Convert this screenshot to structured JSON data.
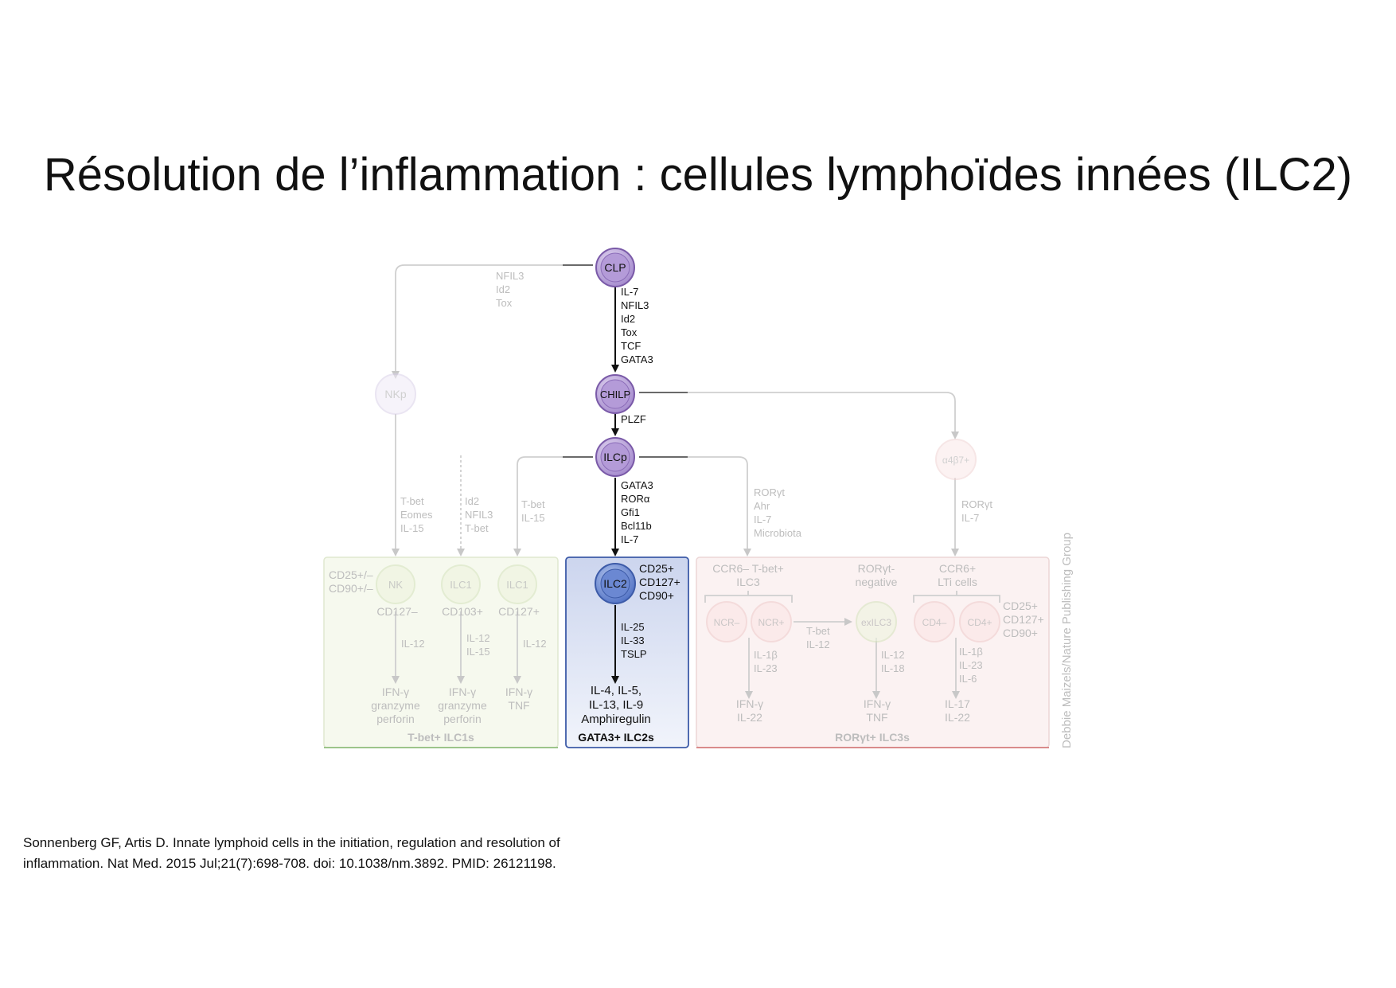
{
  "slide": {
    "title": "Résolution de l’inflammation : cellules lymphoïdes innées (ILC2)",
    "reference": [
      "Sonnenberg GF, Artis D. Innate lymphoid cells in the initiation, regulation and resolution of",
      "inflammation. Nat Med. 2015 Jul;21(7):698-708. doi: 10.1038/nm.3892. PMID: 26121198."
    ]
  },
  "colors": {
    "progenitor_fill": "#b39ad6",
    "progenitor_stroke": "#7a5aa8",
    "ilc2_fill": "#5f7fcf",
    "ilc2_box_fill": "#dde4f4",
    "ilc2_box_stroke": "#3d5ba8",
    "faded_text": "#bdbdbd",
    "faded_line": "#cfcfcf",
    "ilc1_box_fill": "#f6f9ef",
    "ilc3_box_fill": "#fbf1f1"
  },
  "diagram": {
    "credit": "Debbie Maizels/Nature Publishing Group",
    "nodes": {
      "clp": "CLP",
      "chilp": "CHILP",
      "ilcp": "ILCp",
      "nkp": "NKp",
      "a4b7": "α4β7+",
      "ilc2": "ILC2",
      "nk": "NK",
      "ilc1a": "ILC1",
      "ilc1b": "ILC1",
      "ncr_minus": "NCR–",
      "ncr_plus": "NCR+",
      "exilc3": "exILC3",
      "cd4_minus": "CD4–",
      "cd4_plus": "CD4+"
    },
    "factors": {
      "clp_to_chilp": [
        "IL-7",
        "NFIL3",
        "Id2",
        "Tox",
        "TCF",
        "GATA3"
      ],
      "clp_to_nkp": [
        "NFIL3",
        "Id2",
        "Tox"
      ],
      "chilp_to_ilcp": [
        "PLZF"
      ],
      "ilcp_to_ilc2": [
        "GATA3",
        "RORα",
        "Gfi1",
        "Bcl11b",
        "IL-7"
      ],
      "nkp_to_nk": [
        "T-bet",
        "Eomes",
        "IL-15"
      ],
      "to_ilc1a": [
        "Id2",
        "NFIL3",
        "T-bet"
      ],
      "ilcp_to_ilc1b": [
        "T-bet",
        "IL-15"
      ],
      "ilcp_to_ilc3": [
        "RORγt",
        "Ahr",
        "IL-7",
        "Microbiota"
      ],
      "a4b7_to_lti": [
        "RORγt",
        "IL-7"
      ],
      "ilc2_stimuli": [
        "IL-25",
        "IL-33",
        "TSLP"
      ],
      "ilc3_to_exilc3": [
        "T-bet",
        "IL-12"
      ]
    },
    "ilc1_panel": {
      "left_markers": [
        "CD25+/–",
        "CD90+/–"
      ],
      "nk_marker": "CD127–",
      "ilc1a_marker": "CD103+",
      "ilc1b_marker": "CD127+",
      "stim_nk": [
        "IL-12"
      ],
      "stim_ilc1a": [
        "IL-12",
        "IL-15"
      ],
      "stim_ilc1b": [
        "IL-12"
      ],
      "out_nk": [
        "IFN-γ",
        "granzyme",
        "perforin"
      ],
      "out_ilc1a": [
        "IFN-γ",
        "granzyme",
        "perforin"
      ],
      "out_ilc1b": [
        "IFN-γ",
        "TNF"
      ],
      "label": "T-bet+ ILC1s"
    },
    "ilc2_panel": {
      "markers": [
        "CD25+",
        "CD127+",
        "CD90+"
      ],
      "outputs": [
        "IL-4, IL-5,",
        "IL-13, IL-9",
        "Amphiregulin"
      ],
      "label": "GATA3+ ILC2s"
    },
    "ilc3_panel": {
      "ilc3_head": [
        "CCR6– T-bet+",
        "ILC3"
      ],
      "negative_head": [
        "RORγt-",
        "negative"
      ],
      "lti_head": [
        "CCR6+",
        "LTi cells"
      ],
      "right_markers": [
        "CD25+",
        "CD127+",
        "CD90+"
      ],
      "stim_ilc3": [
        "IL-1β",
        "IL-23"
      ],
      "stim_exilc3": [
        "IL-12",
        "IL-18"
      ],
      "stim_lti": [
        "IL-1β",
        "IL-23",
        "IL-6"
      ],
      "out_ilc3": [
        "IFN-γ",
        "IL-22"
      ],
      "out_exilc3": [
        "IFN-γ",
        "TNF"
      ],
      "out_lti": [
        "IL-17",
        "IL-22"
      ],
      "label": "RORγt+ ILC3s"
    }
  }
}
